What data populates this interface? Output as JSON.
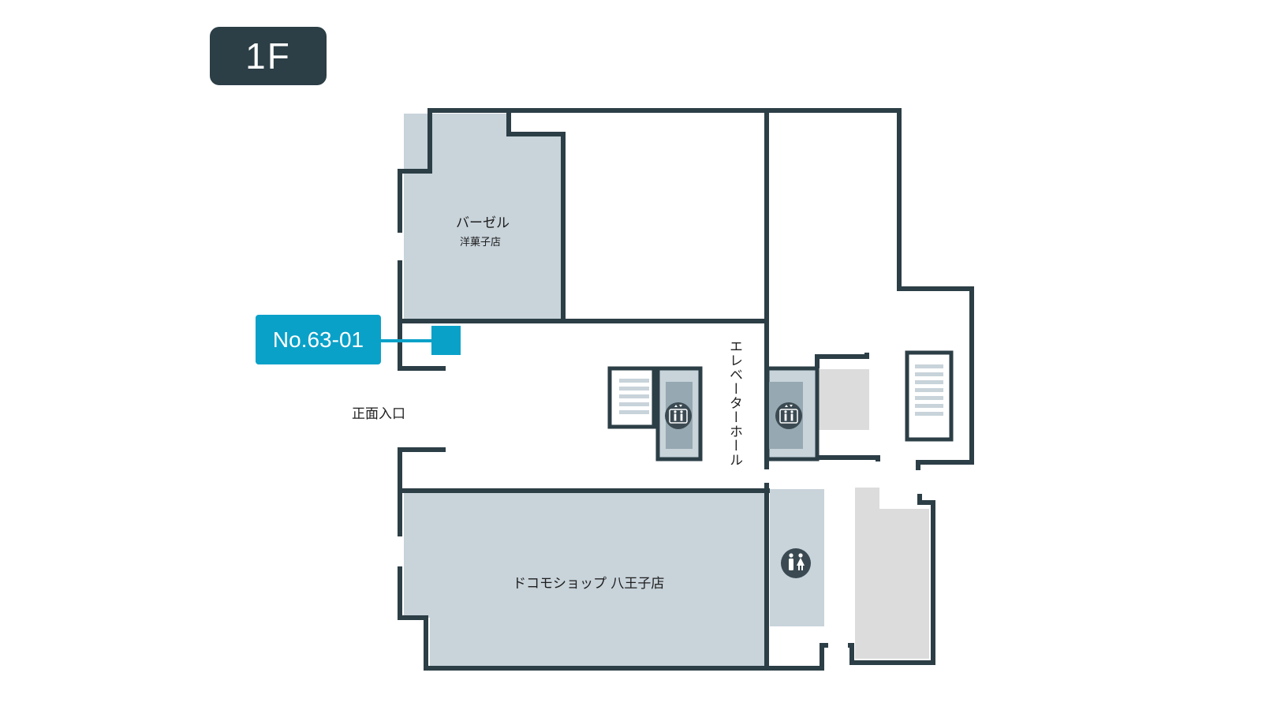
{
  "floor": {
    "label": "1F"
  },
  "unit": {
    "label": "No.63-01"
  },
  "stores": [
    {
      "name": "バーゼル",
      "category": "洋菓子店"
    },
    {
      "name": "ドコモショップ 八王子店"
    }
  ],
  "areas": {
    "entrance": "正面入口",
    "elevator_hall": "エレベーターホール"
  },
  "icons": {
    "elevator": "elevator-icon",
    "restroom": "restroom-icon",
    "stairs": "stairs-icon"
  },
  "colors": {
    "wall": "#2c3e46",
    "store_fill": "#c8d3da",
    "facility_fill": "#dcdcdc",
    "elevator_fill": "#96a8b2",
    "accent": "#0aa1c8"
  }
}
